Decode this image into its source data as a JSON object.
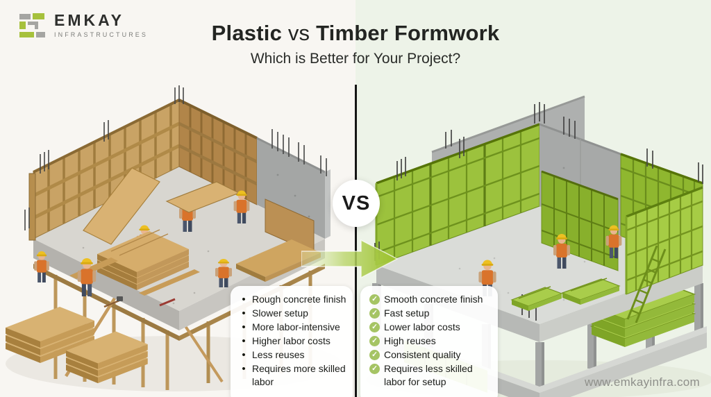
{
  "brand": {
    "name": "EMKAY",
    "tagline": "INFRASTRUCTURES"
  },
  "header": {
    "title_left": "Plastic",
    "title_mid": " vs ",
    "title_right": "Timber Formwork",
    "subtitle": "Which is Better for Your Project?"
  },
  "vs_badge": "VS",
  "comparison": {
    "timber": {
      "items": [
        "Rough concrete finish",
        "Slower setup",
        "More labor-intensive",
        "Higher labor costs",
        "Less reuses",
        "Requires more skilled labor"
      ]
    },
    "plastic": {
      "items": [
        "Smooth concrete finish",
        "Fast setup",
        "Lower labor costs",
        "High reuses",
        "Consistent quality",
        "Requires less skilled labor for setup"
      ]
    }
  },
  "icons": {
    "bullet": "•",
    "check": "✓"
  },
  "footer": {
    "website": "www.emkayinfra.com"
  },
  "colors": {
    "accent_green": "#9cc22c",
    "check_green": "#a5c464",
    "logo_green": "#a6c13c",
    "logo_gray": "#a5a5a2",
    "bg_left": "#f8f6f2",
    "bg_right": "#edf3e8",
    "divider": "#151515",
    "helmet_yellow": "#edc022",
    "vest_orange": "#d9732b",
    "timber_brown": "#c9a365",
    "concrete_gray": "#b7b9b6"
  }
}
